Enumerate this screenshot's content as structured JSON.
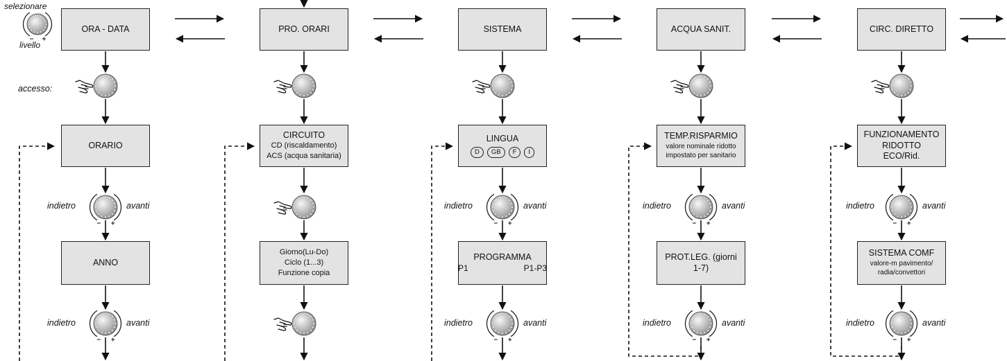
{
  "top": {
    "selezionare": "selezionare",
    "livello": "livello",
    "accesso": "accesso:"
  },
  "knob_labels": {
    "back": "indietro",
    "forward": "avanti"
  },
  "columns": [
    {
      "header": "ORA - DATA",
      "box1": {
        "lines": [
          "ORARIO"
        ]
      },
      "box2": {
        "lines": [
          "ANNO"
        ]
      }
    },
    {
      "header": "PRO. ORARI",
      "box1": {
        "lines": [
          "CIRCUITO",
          "CD (riscaldamento)",
          "ACS (acqua sanitaria)"
        ]
      },
      "box2": {
        "lines": [
          "Giorno(Lu-Do)",
          "Ciclo (1...3)",
          "Funzione copia"
        ]
      }
    },
    {
      "header": "SISTEMA",
      "box1": {
        "title": "LINGUA",
        "languages": [
          "D",
          "GB",
          "F",
          "I"
        ]
      },
      "box2": {
        "title": "PROGRAMMA",
        "left": "P1",
        "right": "P1-P3"
      }
    },
    {
      "header": "ACQUA SANIT.",
      "box1": {
        "lines": [
          "TEMP.RISPARMIO",
          "valore nominale ridotto",
          "impostato per sanitario"
        ]
      },
      "box2": {
        "lines": [
          "PROT.LEG. (giorni",
          "1-7)"
        ]
      }
    },
    {
      "header": "CIRC. DIRETTO",
      "box1": {
        "lines": [
          "FUNZIONAMENTO",
          "RIDOTTO",
          "ECO/Rid."
        ]
      },
      "box2": {
        "lines": [
          "SISTEMA COMF",
          "valore-m pavimento/",
          "radia/convettori"
        ]
      }
    }
  ]
}
